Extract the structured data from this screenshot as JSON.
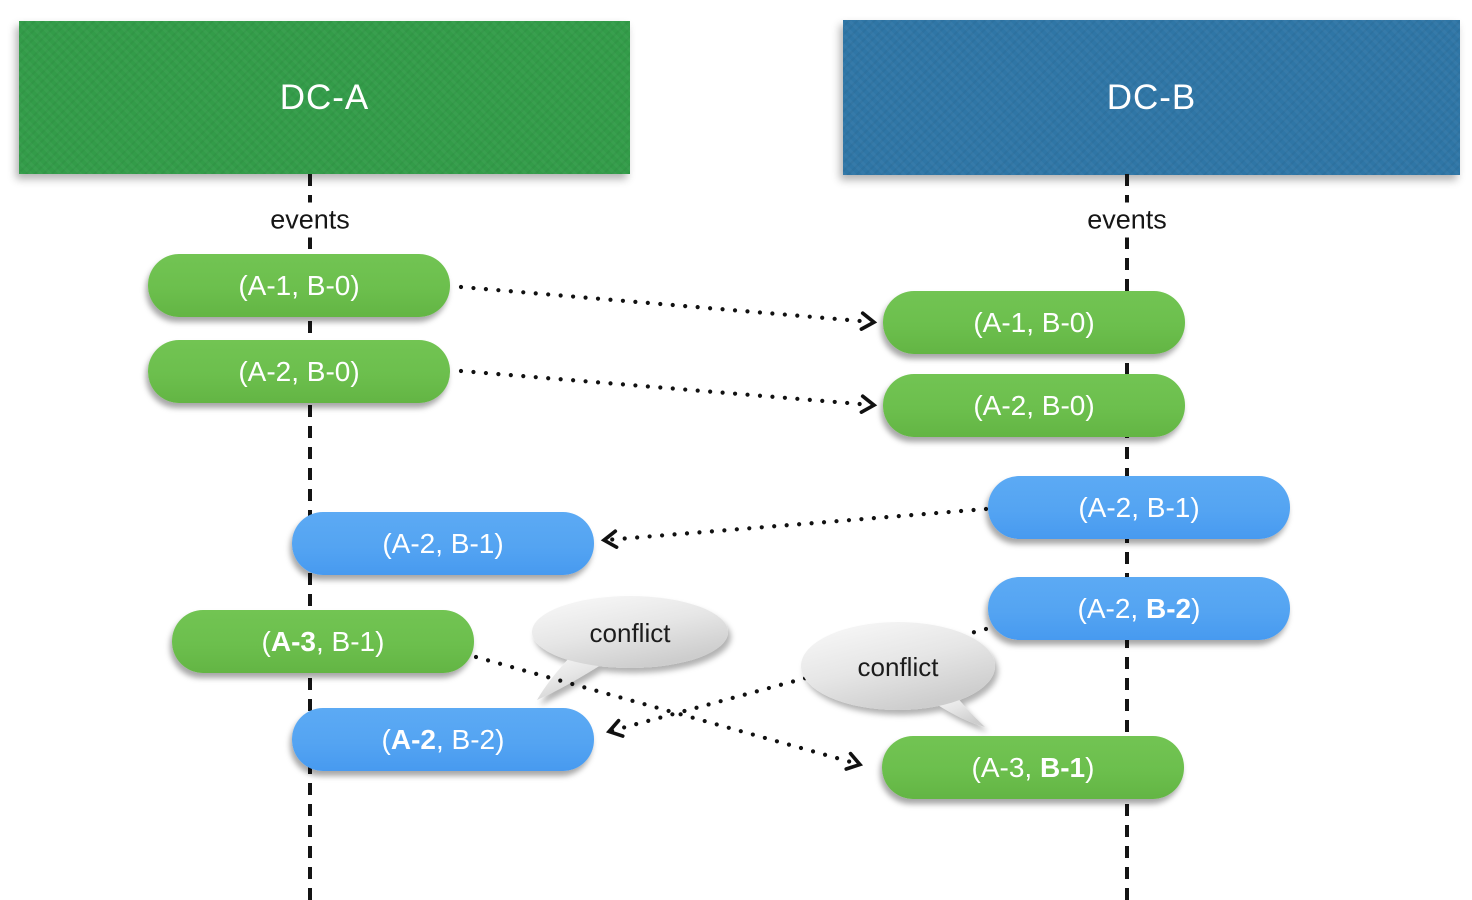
{
  "headers": {
    "left": {
      "label": "DC-A"
    },
    "right": {
      "label": "DC-B"
    }
  },
  "timelines": {
    "left_label": "events",
    "right_label": "events"
  },
  "pills": {
    "left_a1b0": {
      "text": "(A-1, B-0)"
    },
    "left_a2b0": {
      "text": "(A-2, B-0)"
    },
    "right_a1b0": {
      "text": "(A-1, B-0)"
    },
    "right_a2b0": {
      "text": "(A-2, B-0)"
    },
    "right_a2b1": {
      "text": "(A-2, B-1)"
    },
    "left_a2b1": {
      "text": "(A-2, B-1)"
    },
    "right_a2b2": {
      "pre": "(A-2, ",
      "bold": "B-2",
      "post": ")"
    },
    "left_a3b1": {
      "pre": "(",
      "bold": "A-3",
      "post": ", B-1)"
    },
    "left_a2b2": {
      "pre": "(",
      "bold": "A-2",
      "post": ", B-2)"
    },
    "right_a3b1": {
      "pre": "(A-3, ",
      "bold": "B-1",
      "post": ")"
    }
  },
  "bubbles": {
    "left": {
      "label": "conflict"
    },
    "right": {
      "label": "conflict"
    }
  },
  "colors": {
    "header-green": "#339C49",
    "header-blue": "#2F76A6",
    "pill-green": "#6CBF4D",
    "pill-blue": "#54A4F2",
    "arrow-black": "#111111"
  }
}
